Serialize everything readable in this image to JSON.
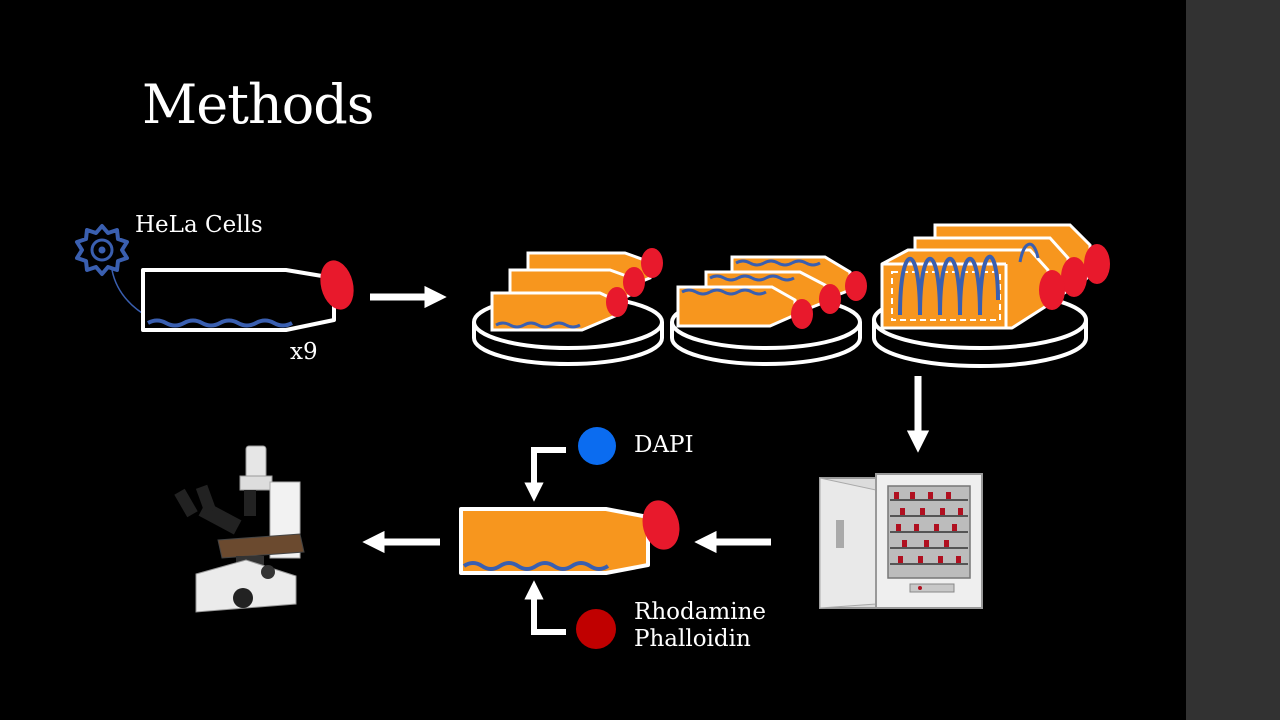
{
  "slide": {
    "title": "Methods",
    "labels": {
      "hela": "HeLa Cells",
      "multiplier": "x9",
      "dapi": "DAPI",
      "rhodamine_line1": "Rhodamine",
      "rhodamine_line2": "Phalloidin"
    }
  },
  "icons": {
    "cell": "hela-cell-icon",
    "flask": "culture-flask-icon",
    "incubator": "incubator-icon",
    "microscope": "microscope-icon"
  },
  "colors": {
    "background": "#000000",
    "gutter": "#323232",
    "flask_fill": "#f7961e",
    "cap_red": "#e8192c",
    "cells_blue": "#3a5fb0",
    "dapi_blue": "#0b6cf0",
    "rhodamine_red": "#c00000",
    "outline": "#ffffff"
  }
}
